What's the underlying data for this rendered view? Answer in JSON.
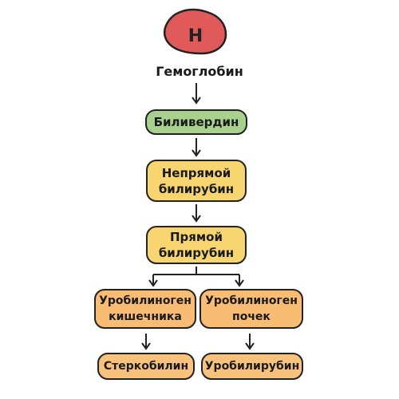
{
  "heme": {
    "symbol": "H"
  },
  "hemoglobin": "Гемоглобин",
  "nodes": {
    "biliverdin": "Биливердин",
    "indirect": "Непрямой\nбилирубин",
    "direct": "Прямой\nбилирубин",
    "uro_intestine": "Уробилиноген\nкишечника",
    "uro_kidney": "Уробилиноген\nпочек",
    "stercobilin": "Стеркобилин",
    "urobilirubin": "Уробилирубин"
  },
  "colors": {
    "heme": "#e15a5a",
    "biliverdin": "#a9d18e",
    "bilirubin": "#f8d66f",
    "urobilinogen": "#f9bc73",
    "end_products": "#f9c27c",
    "outline": "#222222"
  }
}
